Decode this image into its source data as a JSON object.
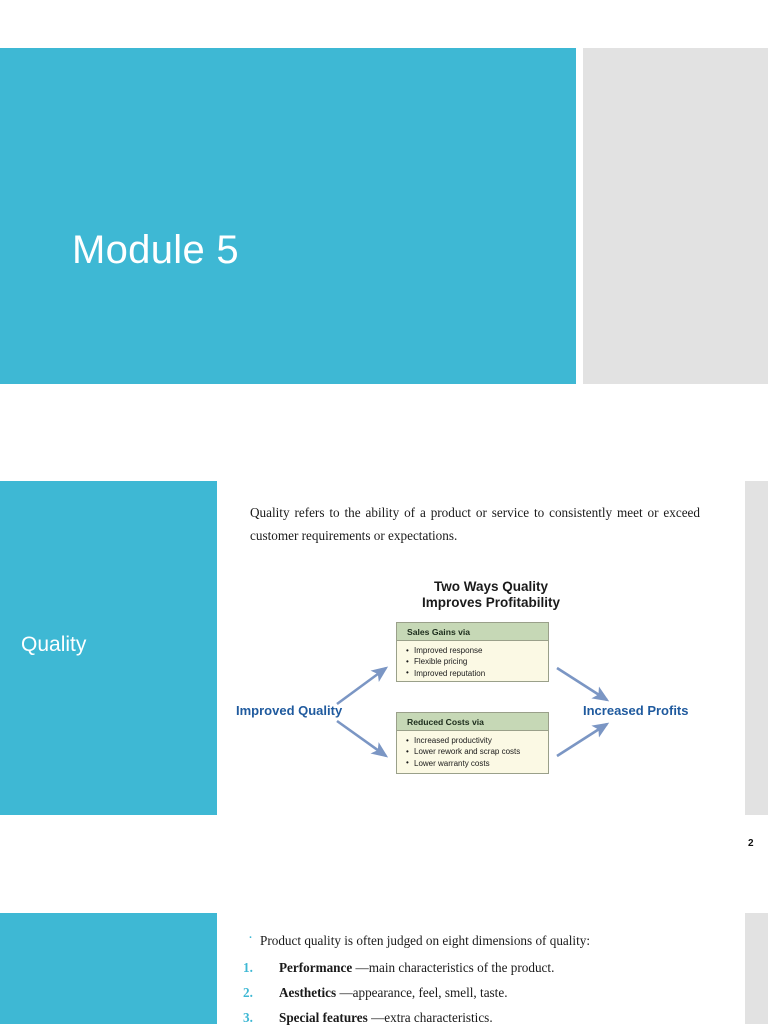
{
  "theme": {
    "accent_teal": "#3eb8d4",
    "gray_panel": "#e2e2e2",
    "diagram_header_green": "#c6d8b6",
    "diagram_body_cream": "#fbf9e4",
    "diagram_label_blue": "#1f5a9e",
    "diagram_arrow_blue": "#7b96c4"
  },
  "slide1": {
    "title": "Module 5"
  },
  "slide2": {
    "section_title": "Quality",
    "body_text": "Quality refers to the ability of a product or service to consistently meet or exceed customer requirements or expectations.",
    "page_number": "2",
    "diagram": {
      "title_line1": "Two Ways Quality",
      "title_line2": "Improves Profitability",
      "input_label": "Improved Quality",
      "output_label": "Increased Profits",
      "boxes": [
        {
          "header": "Sales Gains via",
          "items": [
            "Improved response",
            "Flexible pricing",
            "Improved reputation"
          ]
        },
        {
          "header": "Reduced Costs via",
          "items": [
            "Increased productivity",
            "Lower rework and scrap costs",
            "Lower warranty costs"
          ]
        }
      ]
    }
  },
  "slide3": {
    "lead": "Product quality is often judged on eight dimensions of quality:",
    "items": [
      {
        "num": "1.",
        "term": "Performance",
        "desc": "—main characteristics of the product."
      },
      {
        "num": "2.",
        "term": "Aesthetics",
        "desc": "—appearance, feel, smell, taste."
      },
      {
        "num": "3.",
        "term": "Special features",
        "desc": "—extra characteristics."
      }
    ]
  }
}
